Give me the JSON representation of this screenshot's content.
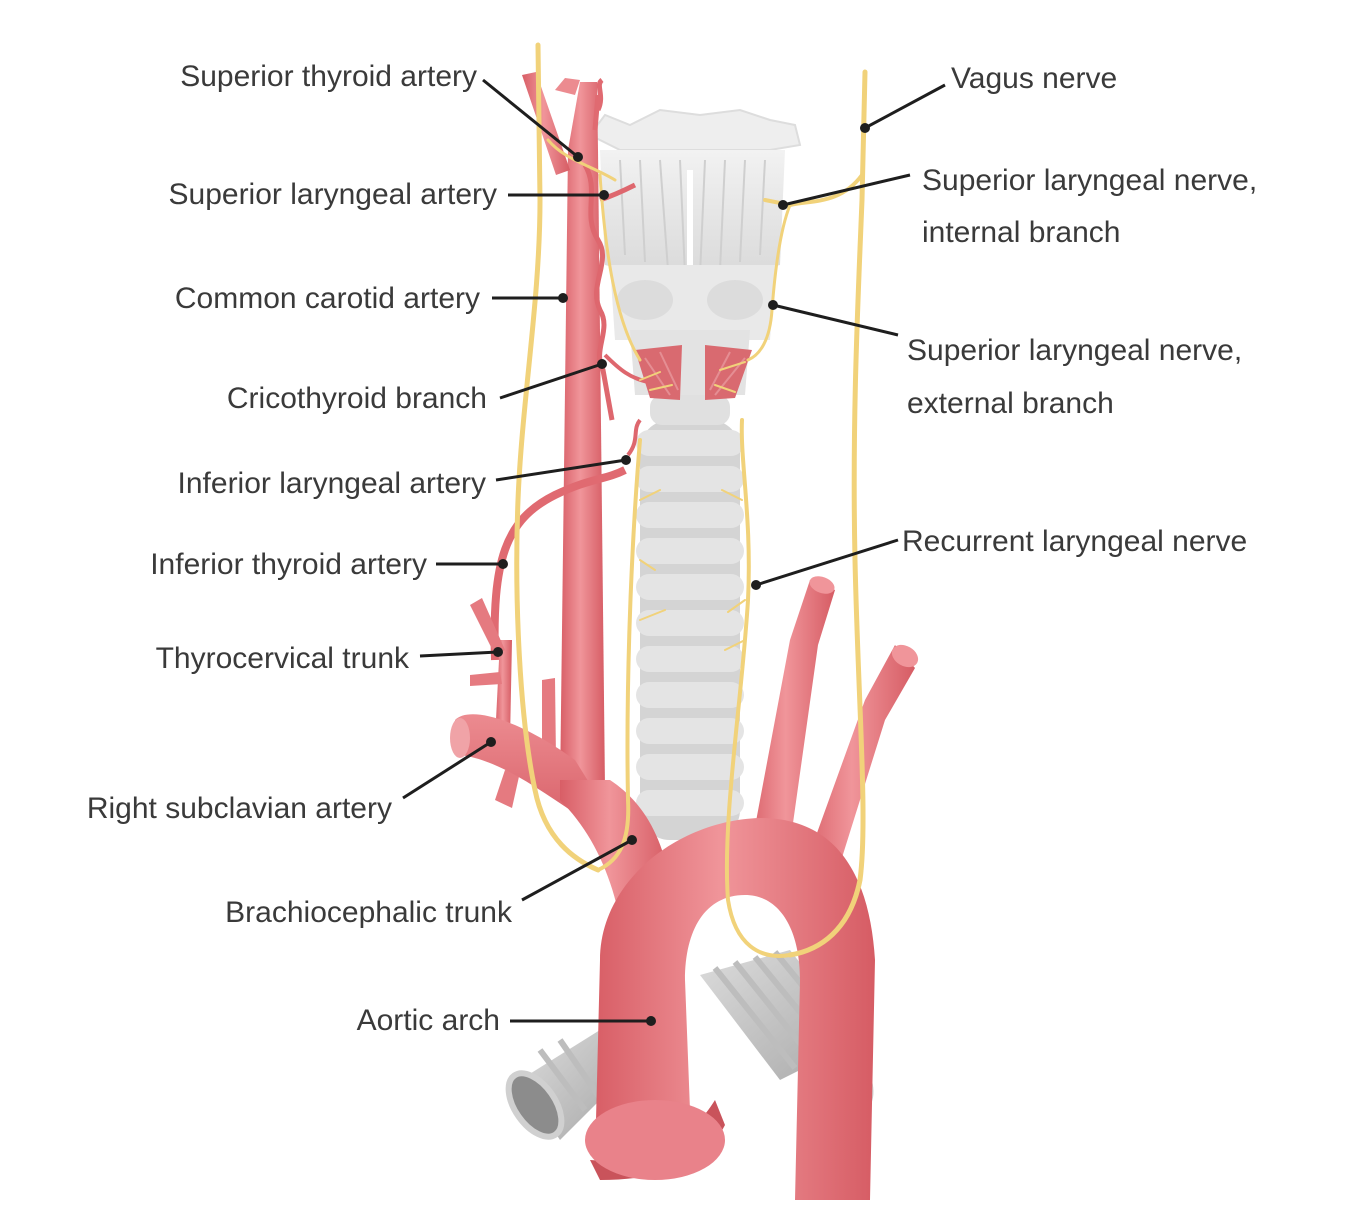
{
  "colors": {
    "artery_fill": "#e8767c",
    "artery_highlight": "#f3a3a6",
    "artery_shadow": "#c9535b",
    "nerve": "#f1d27a",
    "cartilage_fill": "#e6e6e6",
    "cartilage_shadow": "#c8c8c8",
    "leader": "#1e1e1e",
    "label_text": "#3a3a3a",
    "background": "#ffffff"
  },
  "labels": {
    "superior_thyroid_artery": "Superior thyroid artery",
    "superior_laryngeal_artery": "Superior laryngeal artery",
    "common_carotid_artery": "Common carotid artery",
    "cricothyroid_branch": "Cricothyroid branch",
    "inferior_laryngeal_artery": "Inferior laryngeal artery",
    "inferior_thyroid_artery": "Inferior thyroid artery",
    "thyrocervical_trunk": "Thyrocervical trunk",
    "right_subclavian_artery": "Right subclavian artery",
    "brachiocephalic_trunk": "Brachiocephalic trunk",
    "aortic_arch": "Aortic arch",
    "vagus_nerve": "Vagus nerve",
    "sup_laryngeal_nerve_internal_1": "Superior laryngeal nerve,",
    "sup_laryngeal_nerve_internal_2": "internal branch",
    "sup_laryngeal_nerve_external_1": "Superior laryngeal nerve,",
    "sup_laryngeal_nerve_external_2": "external branch",
    "recurrent_laryngeal_nerve": "Recurrent laryngeal nerve"
  }
}
